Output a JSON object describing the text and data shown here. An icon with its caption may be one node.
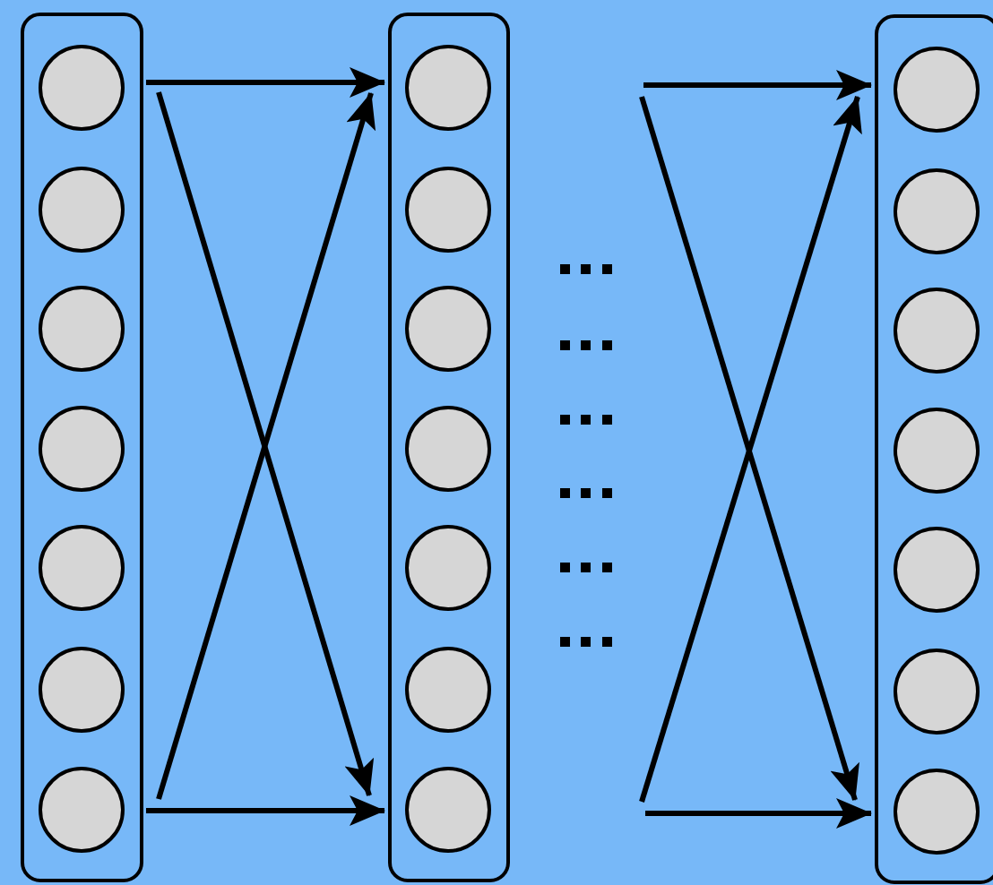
{
  "diagram": {
    "nodes": [
      {
        "text": [],
        "shape": "box"
      },
      {
        "text": [],
        "shape": "circle",
        "in": 0
      },
      {
        "text": [],
        "shape": "circle",
        "in": 0
      },
      {
        "text": [],
        "shape": "circle",
        "in": 0
      },
      {
        "text": [],
        "shape": "circle",
        "in": 0
      },
      {
        "text": [],
        "shape": "circle",
        "in": 0
      },
      {
        "text": [],
        "shape": "circle",
        "in": 0
      },
      {
        "text": [],
        "shape": "circle",
        "in": 0
      },
      {
        "text": [],
        "shape": "box"
      },
      {
        "text": [],
        "shape": "circle",
        "in": 8
      },
      {
        "text": [],
        "shape": "circle",
        "in": 8
      },
      {
        "text": [],
        "shape": "circle",
        "in": 8
      },
      {
        "text": [],
        "shape": "circle",
        "in": 8
      },
      {
        "text": [],
        "shape": "circle",
        "in": 8
      },
      {
        "text": [],
        "shape": "circle",
        "in": 8
      },
      {
        "text": [],
        "shape": "circle",
        "in": 8
      },
      {
        "text": [],
        "shape": "box"
      },
      {
        "text": [],
        "shape": "circle",
        "in": 16
      },
      {
        "text": [],
        "shape": "circle",
        "in": 16
      },
      {
        "text": [],
        "shape": "circle",
        "in": 16
      },
      {
        "text": [],
        "shape": "circle",
        "in": 16
      },
      {
        "text": [],
        "shape": "circle",
        "in": 16
      },
      {
        "text": [],
        "shape": "circle",
        "in": 16
      },
      {
        "text": [],
        "shape": "circle",
        "in": 16
      }
    ],
    "edges": [
      {
        "from": 0,
        "to": 8,
        "arrow": "to"
      },
      {
        "from": 0,
        "to": 8,
        "arrow": "to"
      },
      {
        "from": 0,
        "to": 8,
        "arrow": "to"
      },
      {
        "from": 0,
        "to": 8,
        "arrow": "to"
      },
      {
        "from": null,
        "to": 16,
        "arrow": "to"
      },
      {
        "from": null,
        "to": 16,
        "arrow": "to"
      },
      {
        "from": null,
        "to": 16,
        "arrow": "to"
      },
      {
        "from": null,
        "to": 16,
        "arrow": "to"
      }
    ]
  }
}
